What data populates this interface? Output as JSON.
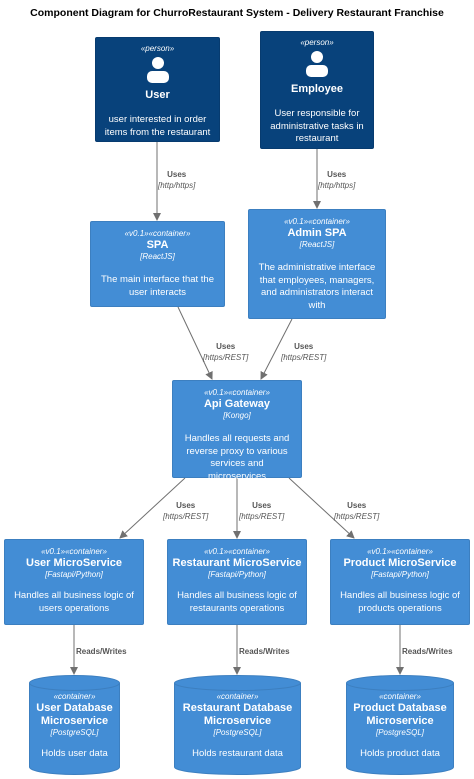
{
  "title": "Component Diagram for ChurroRestaurant System - Delivery Restaurant Franchise",
  "colors": {
    "person": "#08427b",
    "container": "#438dd5",
    "edge": "#707070"
  },
  "nodes": {
    "user": {
      "stereotype": "«person»",
      "name": "User",
      "description": "user interested in order items from the restaurant",
      "icon": "person-icon"
    },
    "employee": {
      "stereotype": "«person»",
      "name": "Employee",
      "description": "User responsible for administrative tasks in restaurant",
      "icon": "person-icon"
    },
    "spa": {
      "stereotype": "«v0.1»«container»",
      "name": "SPA",
      "technology": "[ReactJS]",
      "description": "The main interface that the user interacts"
    },
    "admin_spa": {
      "stereotype": "«v0.1»«container»",
      "name": "Admin SPA",
      "technology": "[ReactJS]",
      "description": "The administrative interface that employees, managers, and administrators interact with"
    },
    "gateway": {
      "stereotype": "«v0.1»«container»",
      "name": "Api Gateway",
      "technology": "[Kongo]",
      "description": "Handles all requests and reverse proxy to various services and microservices"
    },
    "user_ms": {
      "stereotype": "«v0.1»«container»",
      "name": "User MicroService",
      "technology": "[Fastapi/Python]",
      "description": "Handles all business logic of users operations"
    },
    "restaurant_ms": {
      "stereotype": "«v0.1»«container»",
      "name": "Restaurant MicroService",
      "technology": "[Fastapi/Python]",
      "description": "Handles all business logic of restaurants operations"
    },
    "product_ms": {
      "stereotype": "«v0.1»«container»",
      "name": "Product MicroService",
      "technology": "[Fastapi/Python]",
      "description": "Handles all business logic of products operations"
    },
    "user_db": {
      "stereotype": "«container»",
      "name": "User Database Microservice",
      "technology": "[PostgreSQL]",
      "description": "Holds user data"
    },
    "restaurant_db": {
      "stereotype": "«container»",
      "name": "Restaurant Database Microservice",
      "technology": "[PostgreSQL]",
      "description": "Holds restaurant data"
    },
    "product_db": {
      "stereotype": "«container»",
      "name": "Product Database Microservice",
      "technology": "[PostgreSQL]",
      "description": "Holds product data"
    }
  },
  "edges": [
    {
      "from": "user",
      "to": "spa",
      "label": "Uses",
      "protocol": "[http/https]"
    },
    {
      "from": "employee",
      "to": "admin_spa",
      "label": "Uses",
      "protocol": "[http/https]"
    },
    {
      "from": "spa",
      "to": "gateway",
      "label": "Uses",
      "protocol": "[https/REST]"
    },
    {
      "from": "admin_spa",
      "to": "gateway",
      "label": "Uses",
      "protocol": "[https/REST]"
    },
    {
      "from": "gateway",
      "to": "user_ms",
      "label": "Uses",
      "protocol": "[https/REST]"
    },
    {
      "from": "gateway",
      "to": "restaurant_ms",
      "label": "Uses",
      "protocol": "[https/REST]"
    },
    {
      "from": "gateway",
      "to": "product_ms",
      "label": "Uses",
      "protocol": "[https/REST]"
    },
    {
      "from": "user_ms",
      "to": "user_db",
      "label": "Reads/Writes"
    },
    {
      "from": "restaurant_ms",
      "to": "restaurant_db",
      "label": "Reads/Writes"
    },
    {
      "from": "product_ms",
      "to": "product_db",
      "label": "Reads/Writes"
    }
  ]
}
